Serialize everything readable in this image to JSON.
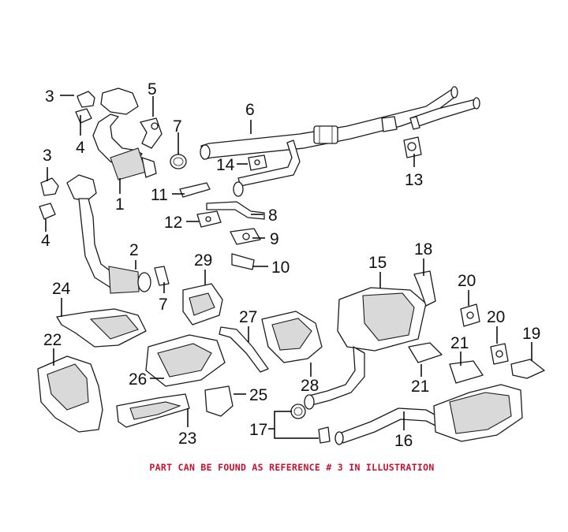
{
  "diagram": {
    "callouts": [
      {
        "id": "c3a",
        "text": "3"
      },
      {
        "id": "c4a",
        "text": "4"
      },
      {
        "id": "c5",
        "text": "5"
      },
      {
        "id": "c6",
        "text": "6"
      },
      {
        "id": "c7a",
        "text": "7"
      },
      {
        "id": "c1",
        "text": "1"
      },
      {
        "id": "c3b",
        "text": "3"
      },
      {
        "id": "c4b",
        "text": "4"
      },
      {
        "id": "c14",
        "text": "14"
      },
      {
        "id": "c13",
        "text": "13"
      },
      {
        "id": "c11",
        "text": "11"
      },
      {
        "id": "c12",
        "text": "12"
      },
      {
        "id": "c8",
        "text": "8"
      },
      {
        "id": "c9",
        "text": "9"
      },
      {
        "id": "c10",
        "text": "10"
      },
      {
        "id": "c2",
        "text": "2"
      },
      {
        "id": "c29",
        "text": "29"
      },
      {
        "id": "c7b",
        "text": "7"
      },
      {
        "id": "c15",
        "text": "15"
      },
      {
        "id": "c18",
        "text": "18"
      },
      {
        "id": "c20a",
        "text": "20"
      },
      {
        "id": "c24",
        "text": "24"
      },
      {
        "id": "c27",
        "text": "27"
      },
      {
        "id": "c20b",
        "text": "20"
      },
      {
        "id": "c22",
        "text": "22"
      },
      {
        "id": "c21a",
        "text": "21"
      },
      {
        "id": "c19",
        "text": "19"
      },
      {
        "id": "c26",
        "text": "26"
      },
      {
        "id": "c28",
        "text": "28"
      },
      {
        "id": "c21b",
        "text": "21"
      },
      {
        "id": "c25",
        "text": "25"
      },
      {
        "id": "c17",
        "text": "17"
      },
      {
        "id": "c23",
        "text": "23"
      },
      {
        "id": "c16",
        "text": "16"
      }
    ],
    "footnote": "PART CAN BE FOUND AS REFERENCE # 3 IN ILLUSTRATION",
    "colors": {
      "line": "#1a1a1a",
      "footnote": "#c8102e",
      "background": "#ffffff"
    }
  }
}
